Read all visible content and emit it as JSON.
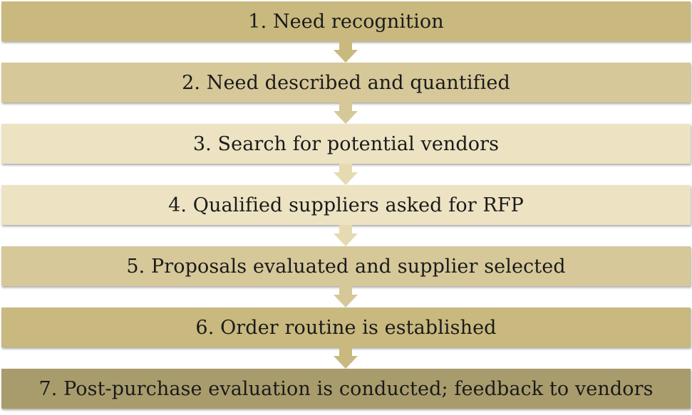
{
  "steps": [
    {
      "label": "1. Need recognition",
      "color": "#c9b97f"
    },
    {
      "label": "2. Need described and quantified",
      "color": "#d6c899"
    },
    {
      "label": "3. Search for potential vendors",
      "color": "#ede3c2"
    },
    {
      "label": "4. Qualified suppliers asked for RFP",
      "color": "#ede3c2"
    },
    {
      "label": "5. Proposals evaluated and supplier selected",
      "color": "#d6c899"
    },
    {
      "label": "6. Order routine is established",
      "color": "#c9b97f"
    },
    {
      "label": "7. Post-purchase evaluation is conducted; feedback to vendors",
      "color": "#a99c6c"
    }
  ],
  "arrows": [
    {
      "color": "#c9b97f"
    },
    {
      "color": "#d6c899"
    },
    {
      "color": "#e6dab2"
    },
    {
      "color": "#e6dab2"
    },
    {
      "color": "#d6c899"
    },
    {
      "color": "#c9b97f"
    }
  ]
}
